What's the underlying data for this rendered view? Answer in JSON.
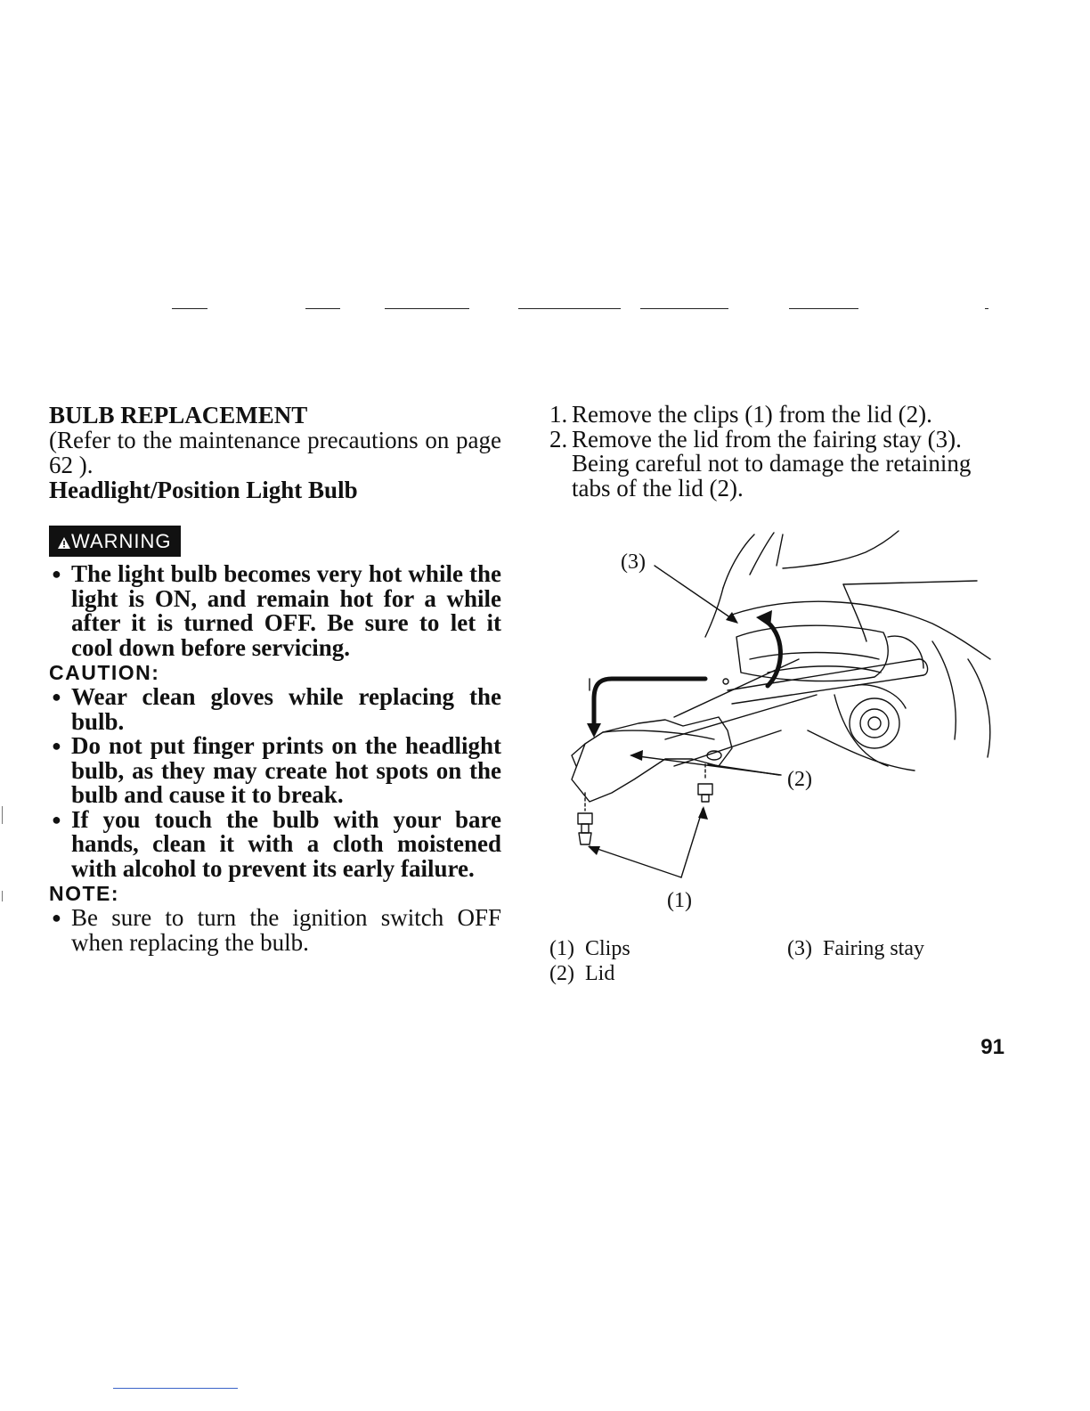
{
  "left": {
    "section_title": "BULB REPLACEMENT",
    "intro": "(Refer to the maintenance precautions on page 62 ).",
    "subsection_title": "Headlight/Position Light Bulb",
    "warning_label": "WARNING",
    "warning_bullets": [
      "The light bulb becomes very hot while the light is ON, and remain hot for a while after it is turned OFF. Be sure to let it cool down before servicing."
    ],
    "caution_heading": "CAUTION:",
    "caution_bullets": [
      "Wear clean gloves while replacing the bulb.",
      "Do not put finger prints on the headlight bulb, as they may create hot spots on the bulb and cause it to break.",
      "If you touch the bulb with your bare hands, clean it with a cloth moistened with alcohol to prevent its early failure."
    ],
    "note_heading": "NOTE:",
    "note_bullets": [
      "Be sure to turn the ignition switch OFF when replacing the bulb."
    ]
  },
  "right": {
    "steps": [
      {
        "num": "1.",
        "text": "Remove the clips (1) from the lid (2)."
      },
      {
        "num": "2.",
        "text": "Remove the lid from the fairing stay (3). Being careful not to damage the retaining tabs of the lid (2)."
      }
    ],
    "figure_callouts": {
      "c1": "(1)",
      "c2": "(2)",
      "c3": "(3)"
    },
    "legend": {
      "item1": "(1)  Clips",
      "item2": "(2)  Lid",
      "item3": "(3)  Fairing stay"
    }
  },
  "page_number": "91",
  "icons": {
    "warning": "warning-triangle-icon",
    "bullet": "bullet-dot-icon"
  }
}
